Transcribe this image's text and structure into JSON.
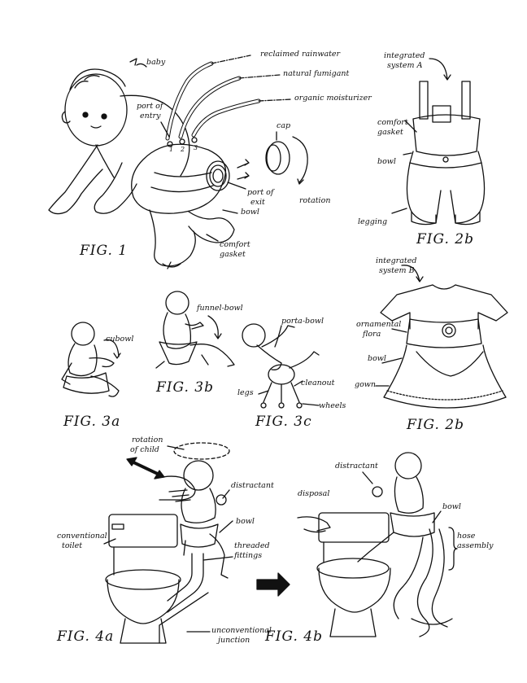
{
  "figures": {
    "fig1": "FIG. 1",
    "fig2b_top": "FIG. 2b",
    "fig2b_bottom": "FIG. 2b",
    "fig3a": "FIG. 3a",
    "fig3b": "FIG. 3b",
    "fig3c": "FIG. 3c",
    "fig4a": "FIG. 4a",
    "fig4b": "FIG. 4b"
  },
  "labels": {
    "baby": "baby",
    "reclaimed_rainwater": "reclaimed rainwater",
    "natural_fumigant": "natural fumigant",
    "organic_moisturizer": "organic moisturizer",
    "port_of_entry_1": "port of",
    "port_of_entry_2": "entry",
    "cap": "cap",
    "port_of_exit_1": "port of",
    "port_of_exit_2": "exit",
    "rotation": "rotation",
    "bowl_fig1": "bowl",
    "comfort_gasket_fig1_1": "comfort",
    "comfort_gasket_fig1_2": "gasket",
    "integrated_system_a_1": "integrated",
    "integrated_system_a_2": "system A",
    "comfort_gasket_2b_1": "comfort",
    "comfort_gasket_2b_2": "gasket",
    "bowl_2b": "bowl",
    "legging": "legging",
    "cubowl": "cubowl",
    "funnel_bowl": "funnel-bowl",
    "porta_bowl": "porta-bowl",
    "legs": "legs",
    "cleanout": "cleanout",
    "wheels": "wheels",
    "integrated_system_b_1": "integrated",
    "integrated_system_b_2": "system B",
    "ornamental_flora_1": "ornamental",
    "ornamental_flora_2": "flora",
    "bowl_2b_dress": "bowl",
    "gown": "gown",
    "rotation_of_child_1": "rotation",
    "rotation_of_child_2": "of child",
    "distractant_4a": "distractant",
    "bowl_4a": "bowl",
    "conventional_toilet_1": "conventional",
    "conventional_toilet_2": "toilet",
    "threaded_fittings_1": "threaded",
    "threaded_fittings_2": "fittings",
    "unconventional_junction_1": "unconventional",
    "unconventional_junction_2": "junction",
    "distractant_4b": "distractant",
    "disposal": "disposal",
    "bowl_4b": "bowl",
    "hose_assembly_1": "hose",
    "hose_assembly_2": "assembly"
  },
  "port_numbers": [
    "1",
    "2",
    "3"
  ]
}
